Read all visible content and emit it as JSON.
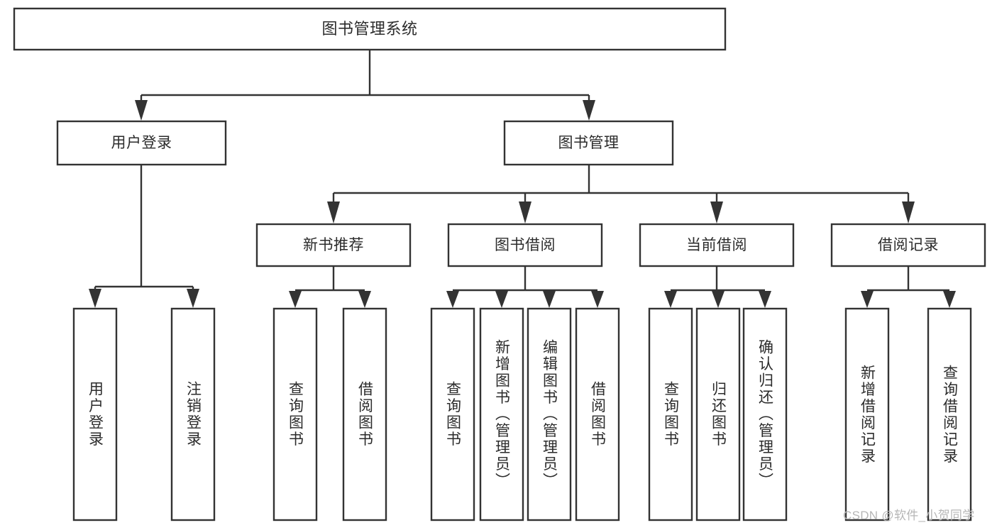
{
  "diagram": {
    "type": "tree-hierarchy-chart",
    "title_node": {
      "label": "图书管理系统"
    },
    "level2": [
      {
        "id": "user-login",
        "label": "用户登录"
      },
      {
        "id": "book-management",
        "label": "图书管理"
      }
    ],
    "level3": [
      {
        "id": "new-book-recommend",
        "label": "新书推荐"
      },
      {
        "id": "book-borrow",
        "label": "图书借阅"
      },
      {
        "id": "current-borrow",
        "label": "当前借阅"
      },
      {
        "id": "borrow-record",
        "label": "借阅记录"
      }
    ],
    "leaves": {
      "user_login": [
        {
          "id": "leaf-user-login",
          "label": "用户登录"
        },
        {
          "id": "leaf-logout-login",
          "label": "注销登录"
        }
      ],
      "new_book_recommend": [
        {
          "id": "leaf-query-book-1",
          "label": "查询图书"
        },
        {
          "id": "leaf-borrow-book-1",
          "label": "借阅图书"
        }
      ],
      "book_borrow": [
        {
          "id": "leaf-query-book-2",
          "label": "查询图书"
        },
        {
          "id": "leaf-add-book",
          "label": "新增图书（管理员）"
        },
        {
          "id": "leaf-edit-book",
          "label": "编辑图书（管理员）"
        },
        {
          "id": "leaf-borrow-book-2",
          "label": "借阅图书"
        }
      ],
      "current_borrow": [
        {
          "id": "leaf-query-book-3",
          "label": "查询图书"
        },
        {
          "id": "leaf-return-book",
          "label": "归还图书"
        },
        {
          "id": "leaf-confirm-return",
          "label": "确认归还（管理员）"
        }
      ],
      "borrow_record": [
        {
          "id": "leaf-add-borrow-record",
          "label": "新增借阅记录"
        },
        {
          "id": "leaf-query-borrow-record",
          "label": "查询借阅记录"
        }
      ]
    },
    "watermark": "CSDN @软件_小贺同学",
    "colors": {
      "stroke": "#333333",
      "fill": "#ffffff",
      "text": "#2b2b2b",
      "watermark": "#b6b6b6",
      "background": "#ffffff"
    }
  }
}
